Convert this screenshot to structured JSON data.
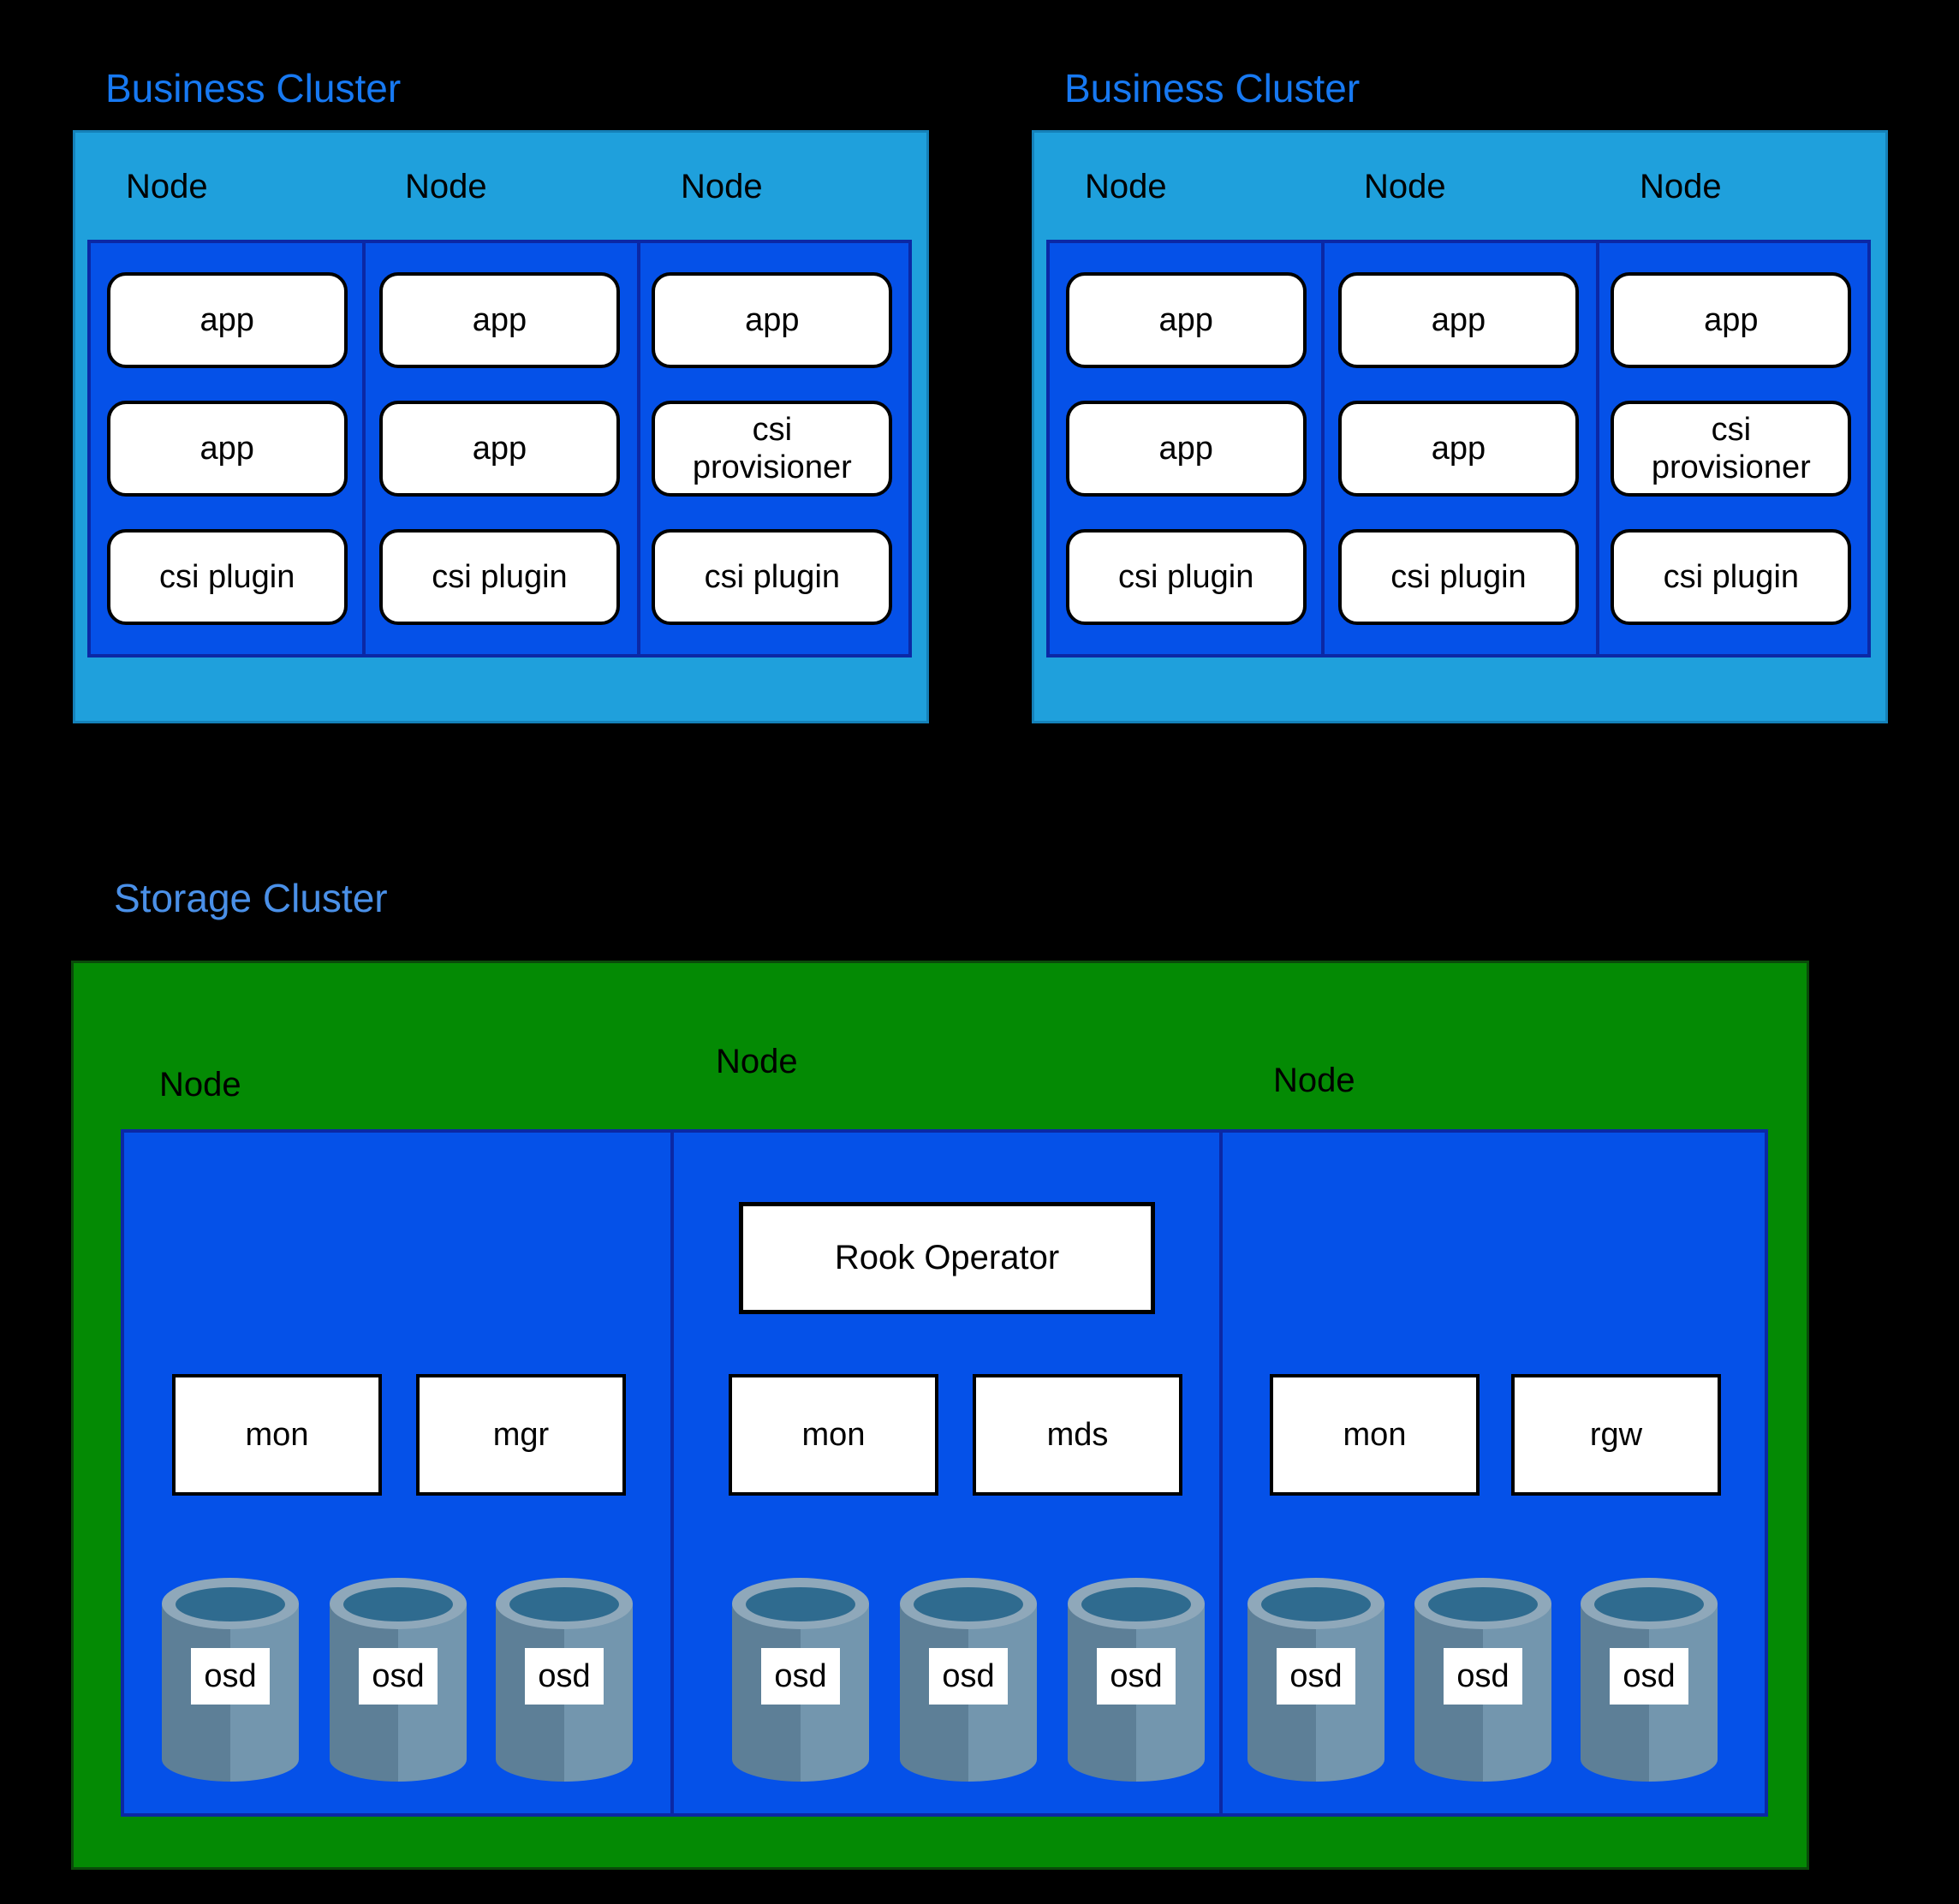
{
  "colors": {
    "background": "#000000",
    "business_title": "#1779F2",
    "storage_title": "#4A90E8",
    "cluster_box_fill": "#1FA0DC",
    "cluster_box_border": "#1581B9",
    "node_box_fill": "#0551E8",
    "node_box_border": "#0B28A5",
    "storage_box_fill": "#048A04",
    "storage_box_border": "#0A4A0A",
    "pod_fill": "#FFFFFF",
    "pod_border": "#000000",
    "osd_rim": "#8FA8BA",
    "osd_hole": "#2F6B8F",
    "osd_body_left": "#5D7F97",
    "osd_body_right": "#7396AE"
  },
  "business_clusters": [
    {
      "title": "Business Cluster",
      "nodes": [
        {
          "label": "Node",
          "pods": [
            "app",
            "app",
            "csi plugin"
          ]
        },
        {
          "label": "Node",
          "pods": [
            "app",
            "app",
            "csi plugin"
          ]
        },
        {
          "label": "Node",
          "pods": [
            "app",
            "csi provisioner",
            "csi plugin"
          ]
        }
      ]
    },
    {
      "title": "Business Cluster",
      "nodes": [
        {
          "label": "Node",
          "pods": [
            "app",
            "app",
            "csi plugin"
          ]
        },
        {
          "label": "Node",
          "pods": [
            "app",
            "app",
            "csi plugin"
          ]
        },
        {
          "label": "Node",
          "pods": [
            "app",
            "csi provisioner",
            "csi plugin"
          ]
        }
      ]
    }
  ],
  "storage_cluster": {
    "title": "Storage Cluster",
    "operator_label": "Rook Operator",
    "nodes": [
      {
        "label": "Node",
        "services": [
          "mon",
          "mgr"
        ],
        "osds": [
          "osd",
          "osd",
          "osd"
        ]
      },
      {
        "label": "Node",
        "services": [
          "mon",
          "mds"
        ],
        "osds": [
          "osd",
          "osd",
          "osd"
        ]
      },
      {
        "label": "Node",
        "services": [
          "mon",
          "rgw"
        ],
        "osds": [
          "osd",
          "osd",
          "osd"
        ]
      }
    ]
  }
}
